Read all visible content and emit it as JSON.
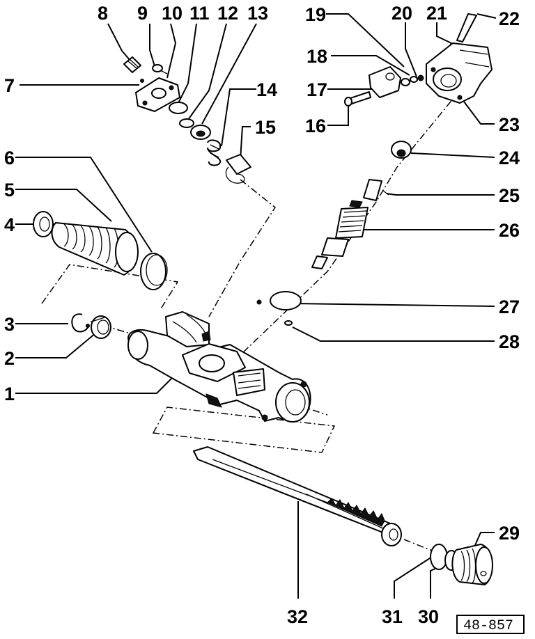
{
  "diagram_ref": "48-857",
  "callouts": [
    "1",
    "2",
    "3",
    "4",
    "5",
    "6",
    "7",
    "8",
    "9",
    "10",
    "11",
    "12",
    "13",
    "14",
    "15",
    "16",
    "17",
    "18",
    "19",
    "20",
    "21",
    "22",
    "23",
    "24",
    "25",
    "26",
    "27",
    "28",
    "29",
    "30",
    "31",
    "32"
  ]
}
